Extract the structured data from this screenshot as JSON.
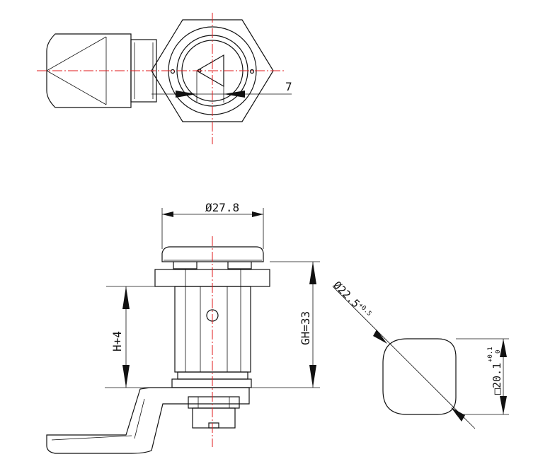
{
  "drawing": {
    "colors": {
      "line": "#111111",
      "centerline": "#e0191b",
      "background": "#ffffff"
    },
    "dimensions": {
      "top_width": "7",
      "diameter_top": "Ø27.8",
      "h_plus_4": "H+4",
      "gh_33": "GH=33",
      "diameter_cutout": "Ø22.5",
      "diameter_cutout_tol": "+0.5",
      "square_cutout": "□20.1",
      "square_tol_upper": "+0.1",
      "square_tol_lower": "0"
    }
  }
}
